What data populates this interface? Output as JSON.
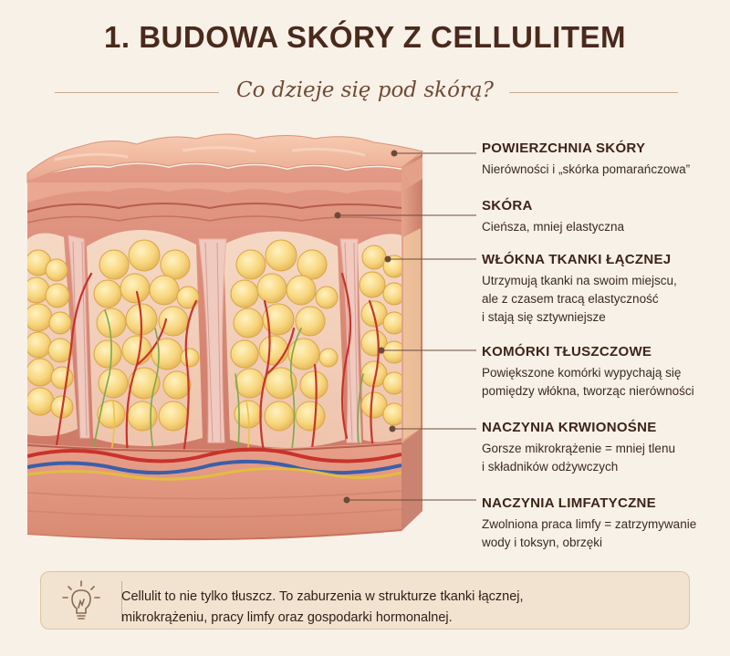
{
  "header": {
    "title": "1. BUDOWA SKÓRY Z CELLULITEM",
    "subtitle": "Co dzieje się pod skórą?"
  },
  "labels": [
    {
      "title": "POWIERZCHNIA SKÓRY",
      "lines": [
        "Nierówności i „skórka pomarańczowa”"
      ]
    },
    {
      "title": "SKÓRA",
      "lines": [
        "Cieńsza, mniej elastyczna"
      ]
    },
    {
      "title": "WŁÓKNA TKANKI ŁĄCZNEJ",
      "lines": [
        "Utrzymują tkanki na swoim miejscu,",
        "ale z czasem tracą elastyczność",
        "i stają się sztywniejsze"
      ]
    },
    {
      "title": "KOMÓRKI TŁUSZCZOWE",
      "lines": [
        "Powiększone komórki wypychają się",
        "pomiędzy włókna, tworząc nierówności"
      ]
    },
    {
      "title": "NACZYNIA KRWIONOŚNE",
      "lines": [
        "Gorsze mikrokrążenie = mniej tlenu",
        "i składników odżywczych"
      ]
    },
    {
      "title": "NACZYNIA LIMFATYCZNE",
      "lines": [
        "Zwolniona praca limfy = zatrzymywanie",
        "wody i toksyn, obrzęki"
      ]
    }
  ],
  "note": {
    "icon": "lightbulb-icon",
    "lines": [
      "Cellulit to nie tylko tłuszcz. To zaburzenia w strukturze tkanki łącznej,",
      "mikrokrążeniu, pracy limfy oraz gospodarki hormonalnej."
    ]
  },
  "colors": {
    "background": "#f8f1e8",
    "title": "#4a2a1c",
    "skin_surface": "#f0b9a0",
    "dermis": "#d98a7a",
    "fat_cell": "#f6d47a",
    "connective_fiber": "#e9b0a8",
    "blood_vessel": "#c8332b",
    "vein": "#3b5fa8",
    "nerve": "#7da84a",
    "leader_line": "#6b4a3a"
  }
}
